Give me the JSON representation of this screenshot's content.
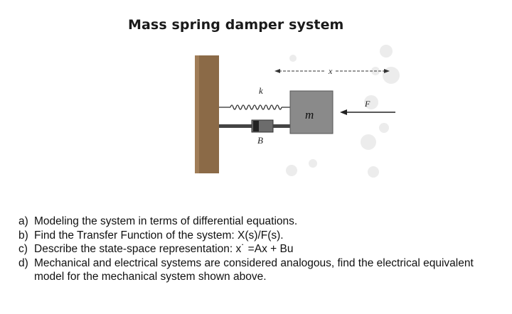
{
  "title": "Mass spring damper system",
  "diagram": {
    "spring_label": "k",
    "damper_label": "B",
    "mass_label": "m",
    "displacement_label": "x",
    "force_label": "F"
  },
  "questions": [
    {
      "letter": "a)",
      "text": "Modeling the system in terms of differential equations."
    },
    {
      "letter": "b)",
      "text": "Find the Transfer Function of the system: X(s)/F(s)."
    },
    {
      "letter": "c)",
      "text": "Describe the state-space representation:  x˙ =Ax + Bu"
    },
    {
      "letter": "d)",
      "text": "Mechanical and electrical systems are considered analogous, find the electrical equivalent model for the mechanical system shown above."
    }
  ]
}
